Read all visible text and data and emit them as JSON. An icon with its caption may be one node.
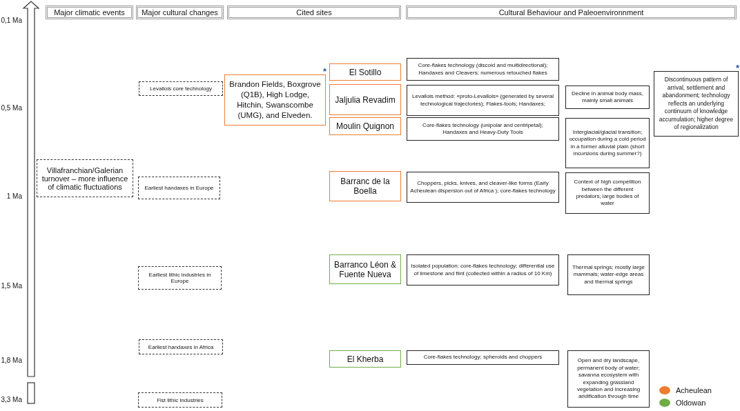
{
  "diagram": {
    "nodes": [
      {
        "text": [
          "Major climatic events"
        ]
      },
      {
        "text": [
          "Major cultural changes"
        ]
      },
      {
        "text": [
          "Cited sites"
        ]
      },
      {
        "text": [
          "Cultural Behaviour and Paleoenvironnment"
        ]
      },
      {
        "text": [
          "El Sotillo"
        ]
      },
      {
        "text": [
          "Core-flakes technology (discoid and multidirectional); Handaxes and Cleavers; numerous retouched flakes"
        ]
      },
      {
        "text": [
          "Discontinuous pattern of arrival, settlement and abandonment; technology reflects an underlying continuum of knowledge accumulation; higher degree of regionalization"
        ],
        "beside": [
          "*"
        ]
      },
      {
        "text": [
          "Levallois core technology"
        ]
      },
      {
        "text": [
          "Brandon Fields, Boxgrove (Q1B), High Lodge, Hitchin, Swanscombe (UMG), and Elveden."
        ],
        "beside": [
          "*"
        ]
      },
      {
        "text": [
          "Jaljulia Revadim"
        ]
      },
      {
        "text": [
          "Levallois method: «proto-Levallois» (generated by several technological trajectories); Flakes-tools; Handaxes;"
        ]
      },
      {
        "text": [
          "Decline in animal body mass, mainly small animals"
        ]
      },
      {
        "text": [
          "Moulin Quignon"
        ]
      },
      {
        "text": [
          "Core-flakes technology (unipolar and centripetal); Handaxes and Heavy-Duty Tools"
        ]
      },
      {
        "text": [
          "Interglacial/glacial transition; occupation during a cold period in a former alluvial plain (short incursions during summer?)"
        ]
      },
      {
        "text": [
          "Villafranchian/Galerian turnover – more influence of climatic fluctuations"
        ]
      },
      {
        "text": [
          "Earliest handaxes in Europe"
        ]
      },
      {
        "text": [
          "Barranc de la Boella"
        ]
      },
      {
        "text": [
          "Choppers, picks, knives, and cleaver-like forms (Early Acheulean dispersion out of Africa ); core-flakes technology"
        ]
      },
      {
        "text": [
          "Context of high competition between the different predators; large bodies of water"
        ]
      },
      {
        "text": [
          "Earliest lithic industries in Europe"
        ]
      },
      {
        "text": [
          "Barranco Léon & Fuente Nueva"
        ]
      },
      {
        "text": [
          "Isolated population; core-flakes technology; differential use of limestone and flint (collected within a radius of 10 Km)"
        ]
      },
      {
        "text": [
          "Thermal springs; mostly large mammals; water-edge areas and thermal springs"
        ]
      },
      {
        "text": [
          "Earliest handaxes in Africa"
        ]
      },
      {
        "text": [
          "El Kherba"
        ]
      },
      {
        "text": [
          "Core-flakes technology; spheroids and choppers"
        ]
      },
      {
        "text": [
          "Open and dry landscape, permanent body of water; savanna ecosystem with expanding grassland vegetation and increasing aridification through time"
        ]
      },
      {
        "text": [
          "Fist lithic industries"
        ]
      }
    ],
    "edges": [],
    "labels": [
      "0,1 Ma",
      "0,5 Ma",
      "1 Ma",
      "1,5 Ma",
      "1,8 Ma",
      "3,3 Ma"
    ],
    "legend": [
      {
        "text": "Acheulean",
        "color": "#ed7d31"
      },
      {
        "text": "Oldowan",
        "color": "#70ad47"
      }
    ]
  }
}
